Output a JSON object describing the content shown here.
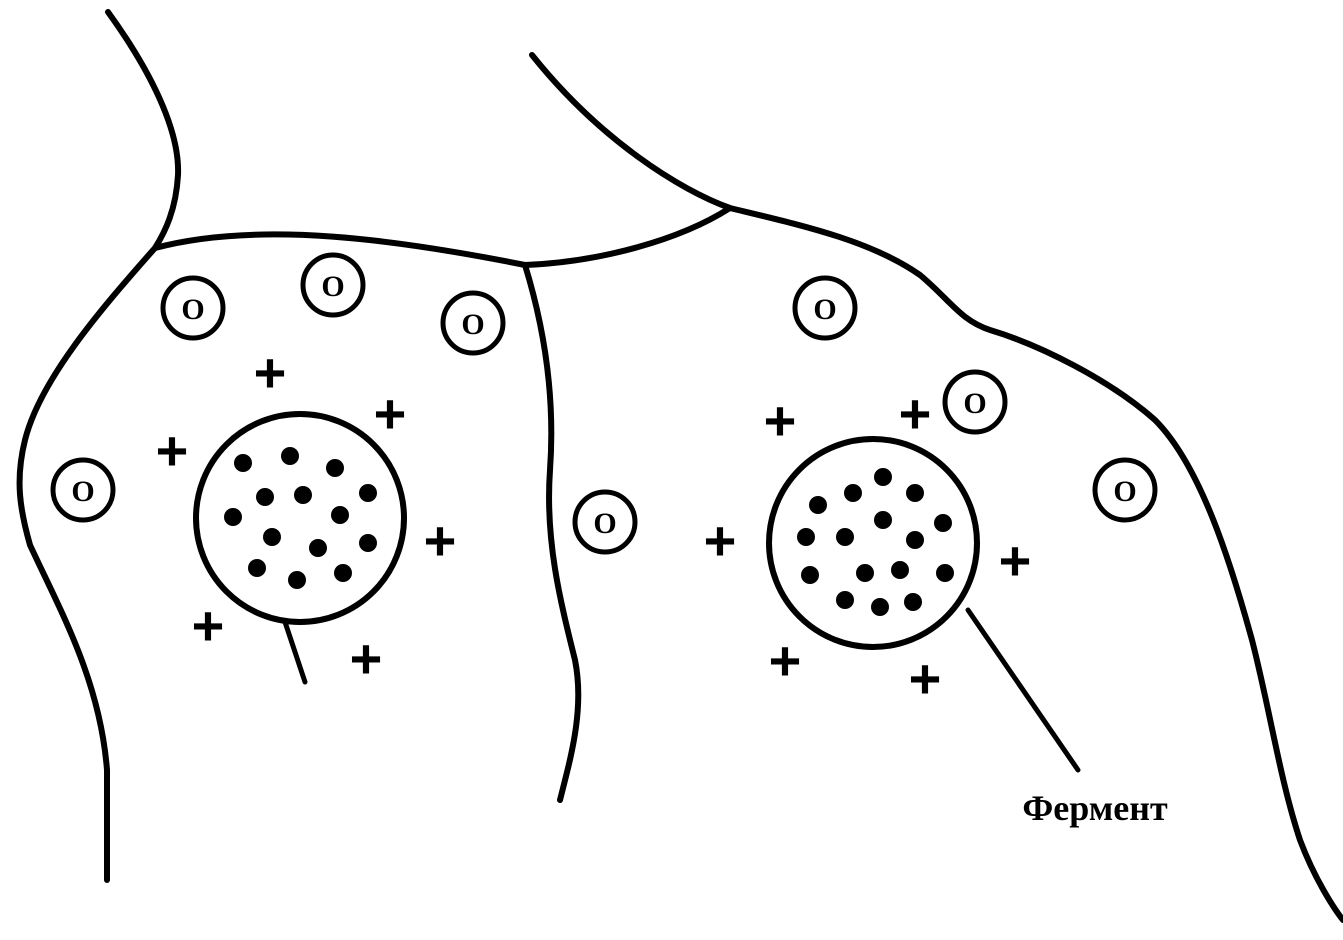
{
  "diagram": {
    "left_cell": {
      "anion_symbol": "O",
      "cation_symbol": "+"
    },
    "right_cell": {
      "anion_symbol": "O",
      "cation_symbol": "+",
      "enzyme_label": "Фермент"
    }
  }
}
